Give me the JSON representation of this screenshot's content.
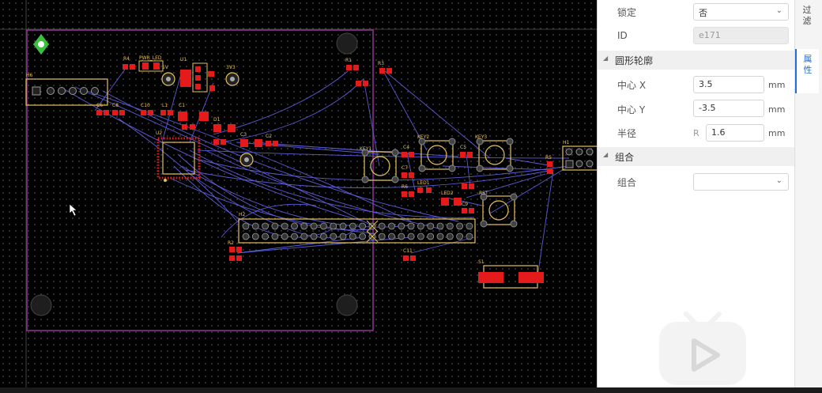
{
  "canvas": {
    "components": {
      "h6": "H6",
      "r4": "R4",
      "pwr_led": "PWR_LED",
      "u1": "U1",
      "v5": "5V",
      "v3v3": "3V3",
      "r1": "R1",
      "r3": "R3",
      "c6": "C6",
      "c8": "C8",
      "c10": "C10",
      "l1": "L1",
      "d1": "D1",
      "c1": "C1",
      "u2": "U2",
      "c3": "C3",
      "c2": "C2",
      "c4": "C4",
      "key1": "KEY1",
      "key2": "KEY2",
      "key3": "KEY3",
      "c5": "C5",
      "c7": "C7",
      "h1": "H1",
      "r6": "R6",
      "led1": "LED1",
      "led2": "LED2",
      "rst": "RST",
      "c9": "C9",
      "h2": "H2",
      "r2": "R2",
      "s1": "S1",
      "c11": "C11",
      "r5": "R5"
    }
  },
  "properties": {
    "lock_label": "锁定",
    "lock_value": "否",
    "id_label": "ID",
    "id_value": "e171",
    "circle_section": "圆形轮廓",
    "center_x_label": "中心 X",
    "center_x_value": "3.5",
    "center_y_label": "中心 Y",
    "center_y_value": "-3.5",
    "radius_label": "半径",
    "radius_prefix": "R",
    "radius_value": "1.6",
    "unit": "mm",
    "group_section": "组合",
    "group_label": "组合",
    "group_value": ""
  },
  "sidebar_tabs": {
    "filter": [
      "过",
      "滤"
    ],
    "attributes": [
      "属",
      "性"
    ]
  },
  "colors": {
    "board_outline": "#8a2f8f",
    "silkscreen": "#e6c25a",
    "pad": "#e41b1b",
    "ratsnest": "#5c5cd6",
    "tab_active": "#1e6fd9"
  }
}
